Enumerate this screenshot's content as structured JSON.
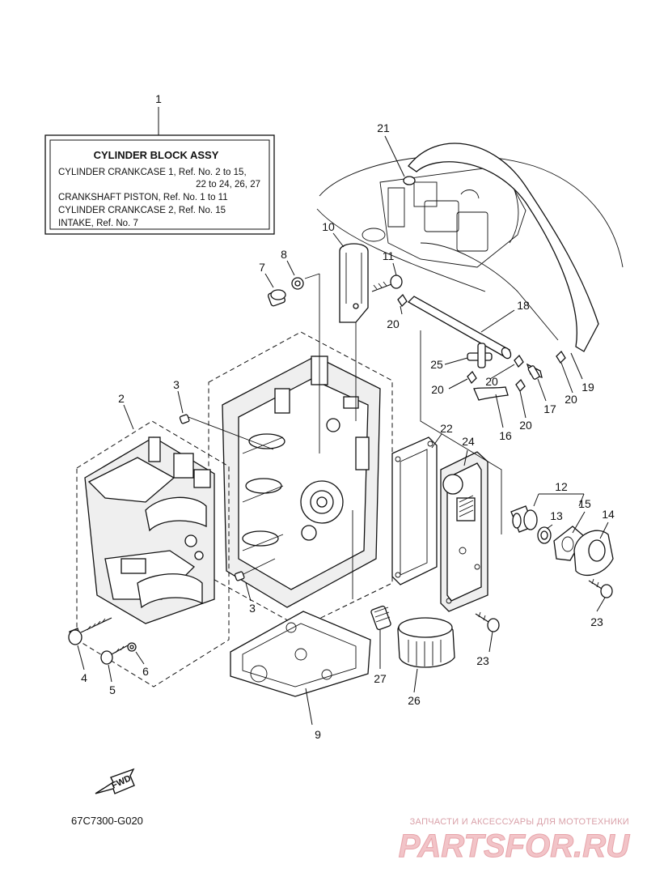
{
  "label_box": {
    "title": "CYLINDER BLOCK ASSY",
    "lines": [
      "CYLINDER CRANKCASE 1,  Ref. No. 2 to 15,",
      "22 to 24, 26, 27",
      "CRANKSHAFT PISTON,  Ref. No. 1 to 11",
      "CYLINDER CRANKCASE 2,  Ref. No. 15",
      "INTAKE,  Ref. No. 7"
    ]
  },
  "callouts": {
    "c1": "1",
    "c2": "2",
    "c3a": "3",
    "c3b": "3",
    "c4": "4",
    "c5": "5",
    "c6": "6",
    "c7": "7",
    "c8": "8",
    "c9": "9",
    "c10": "10",
    "c11": "11",
    "c12": "12",
    "c13": "13",
    "c14": "14",
    "c15": "15",
    "c16": "16",
    "c17": "17",
    "c18": "18",
    "c19": "19",
    "c20a": "20",
    "c20b": "20",
    "c20c": "20",
    "c20d": "20",
    "c20e": "20",
    "c21": "21",
    "c22": "22",
    "c23a": "23",
    "c23b": "23",
    "c24": "24",
    "c25": "25",
    "c26": "26",
    "c27": "27"
  },
  "fwd_label": "FWD",
  "diagram_code": "67C7300-G020",
  "watermark": {
    "caption": "ЗАПЧАСТИ И АКСЕССУАРЫ ДЛЯ МОТОТЕХНИКИ",
    "brand": "PARTSFOR.RU"
  }
}
